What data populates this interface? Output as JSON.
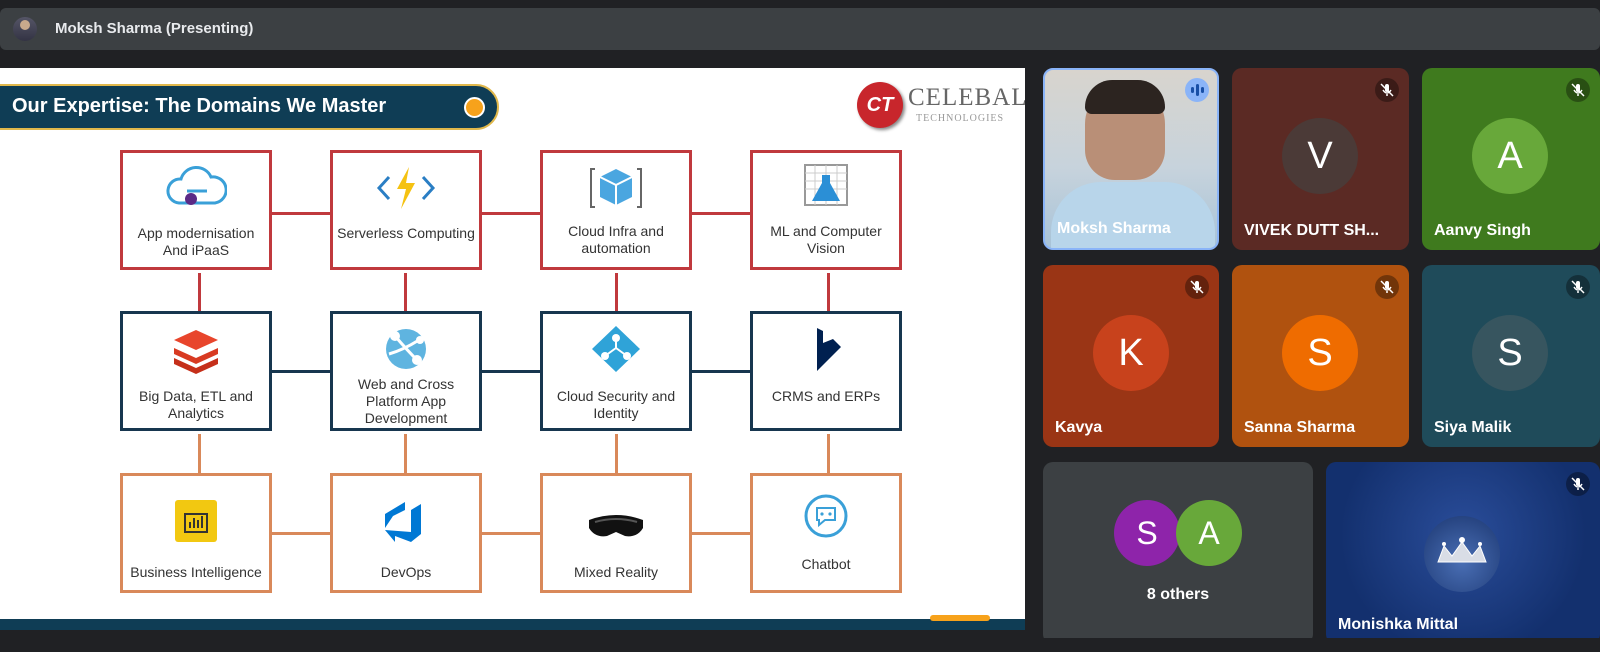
{
  "presenter": {
    "name": "Moksh Sharma (Presenting)"
  },
  "slide": {
    "title": "Our Expertise: The Domains We Master",
    "logo_mark": "CT",
    "logo_name": "CELEBAL",
    "logo_sub": "TECHNOLOGIES",
    "domains": [
      {
        "label": "App modernisation And iPaaS",
        "icon": "cloud-app-icon"
      },
      {
        "label": "Serverless Computing",
        "icon": "lightning-code-icon"
      },
      {
        "label": "Cloud Infra and automation",
        "icon": "cube-icon"
      },
      {
        "label": "ML and Computer Vision",
        "icon": "flask-icon"
      },
      {
        "label": "Big Data, ETL and Analytics",
        "icon": "layers-icon"
      },
      {
        "label": "Web and Cross Platform App Development",
        "icon": "globe-nodes-icon"
      },
      {
        "label": "Cloud Security and Identity",
        "icon": "identity-diamond-icon"
      },
      {
        "label": "CRMS and ERPs",
        "icon": "dynamics-icon"
      },
      {
        "label": "Business Intelligence",
        "icon": "bar-chart-icon"
      },
      {
        "label": "DevOps",
        "icon": "devops-icon"
      },
      {
        "label": "Mixed Reality",
        "icon": "headset-icon"
      },
      {
        "label": "Chatbot",
        "icon": "chat-icon"
      }
    ]
  },
  "participants": [
    {
      "name": "Moksh Sharma",
      "type": "video"
    },
    {
      "name": "VIVEK DUTT SH...",
      "initial": "V",
      "muted": true,
      "bg": "#5b2a24",
      "circle": "#4b3a37"
    },
    {
      "name": "Aanvy Singh",
      "initial": "A",
      "muted": true,
      "bg": "#3f7a1e",
      "circle": "#68a83a"
    },
    {
      "name": "Kavya",
      "initial": "K",
      "muted": true,
      "bg": "#9a3515",
      "circle": "#c8421c"
    },
    {
      "name": "Sanna Sharma",
      "initial": "S",
      "muted": true,
      "bg": "#b0520f",
      "circle": "#ef6c00"
    },
    {
      "name": "Siya Malik",
      "initial": "S",
      "muted": true,
      "bg": "#1f4b5a",
      "circle": "#37555f"
    },
    {
      "name": "Monishka Mittal",
      "muted": true
    }
  ],
  "others": {
    "label": "8 others",
    "initials": [
      "S",
      "A"
    ]
  }
}
